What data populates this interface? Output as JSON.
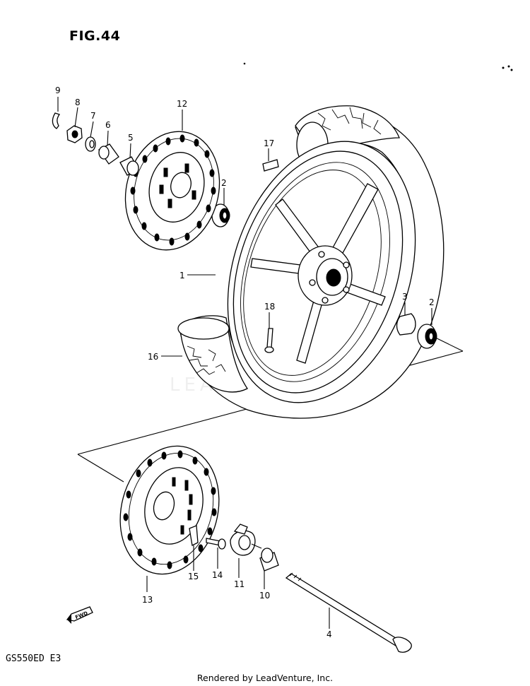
{
  "figure": {
    "title": "FIG.44",
    "model_code": "GS550ED E3",
    "footer": "Rendered by LeadVenture, Inc.",
    "watermark": "LEADVENTURE",
    "fwd_badge": "FWD"
  },
  "callouts": [
    {
      "id": "9",
      "text": "9"
    },
    {
      "id": "8",
      "text": "8"
    },
    {
      "id": "7",
      "text": "7"
    },
    {
      "id": "6",
      "text": "6"
    },
    {
      "id": "5",
      "text": "5"
    },
    {
      "id": "12",
      "text": "12"
    },
    {
      "id": "17",
      "text": "17"
    },
    {
      "id": "2a",
      "text": "2"
    },
    {
      "id": "1",
      "text": "1"
    },
    {
      "id": "18",
      "text": "18"
    },
    {
      "id": "3",
      "text": "3"
    },
    {
      "id": "2b",
      "text": "2"
    },
    {
      "id": "16",
      "text": "16"
    },
    {
      "id": "13",
      "text": "13"
    },
    {
      "id": "15",
      "text": "15"
    },
    {
      "id": "14",
      "text": "14"
    },
    {
      "id": "11",
      "text": "11"
    },
    {
      "id": "10",
      "text": "10"
    },
    {
      "id": "4",
      "text": "4"
    }
  ]
}
